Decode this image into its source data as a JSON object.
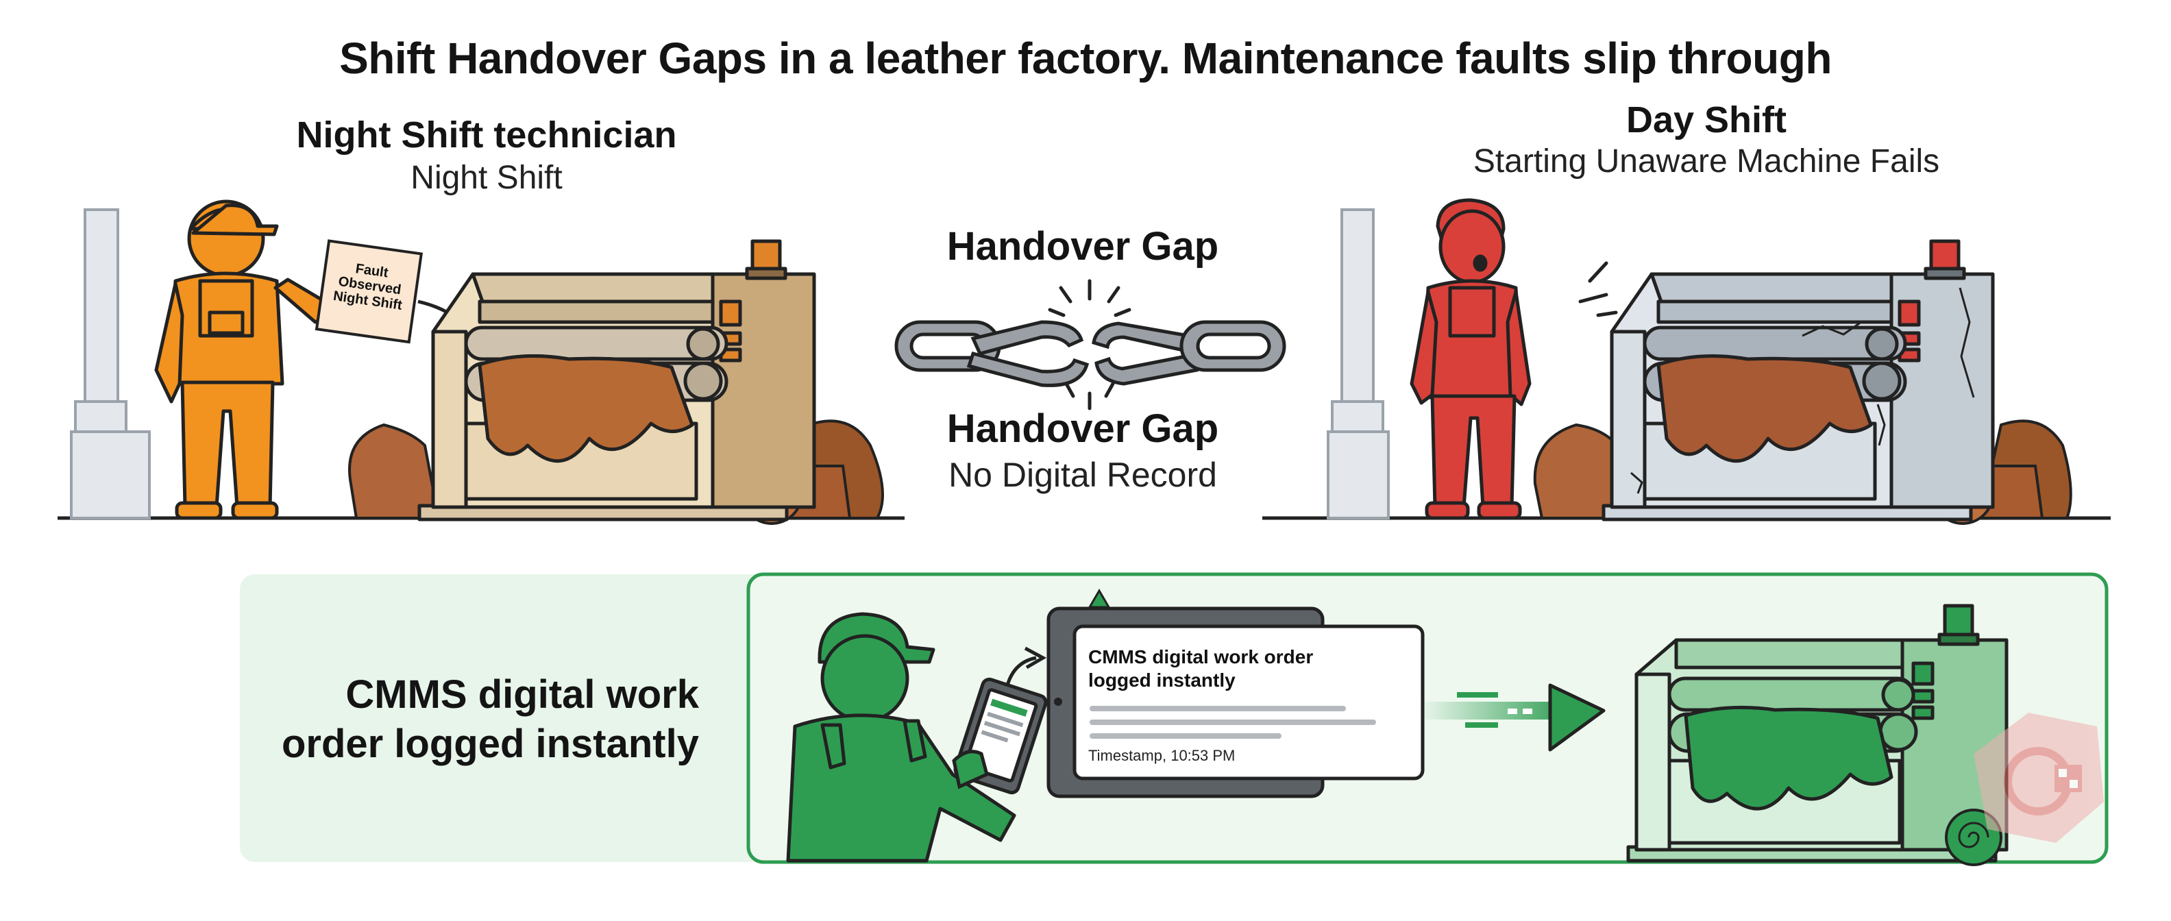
{
  "title": "Shift Handover Gaps in a leather factory. Maintenance faults slip through",
  "night": {
    "heading": "Night Shift technician",
    "subheading": "Night Shift",
    "note_lines": [
      "Fault",
      "Observed",
      "Night Shift"
    ]
  },
  "gap": {
    "top_label": "Handover Gap",
    "bottom_label": "Handover Gap",
    "bottom_sub": "No Digital Record"
  },
  "day": {
    "heading": "Day Shift",
    "subheading": "Starting Unaware Machine Fails"
  },
  "solution": {
    "label_line1": "CMMS digital work",
    "label_line2": "order logged instantly",
    "ticket_title_line1": "CMMS digital work order",
    "ticket_title_line2": "logged instantly",
    "ticket_timestamp": "Timestamp, 10:53 PM"
  },
  "colors": {
    "night_worker": "#f2921f",
    "day_worker": "#d9403a",
    "cmms_green": "#2e9d52",
    "panel_bg": "#e7f4e8",
    "chain_gray": "#9aa0a6",
    "leather": "#b0653a"
  },
  "icons": {
    "broken_chain": "broken-chain-icon",
    "arrow": "right-arrow-icon",
    "tablet": "tablet-icon"
  }
}
